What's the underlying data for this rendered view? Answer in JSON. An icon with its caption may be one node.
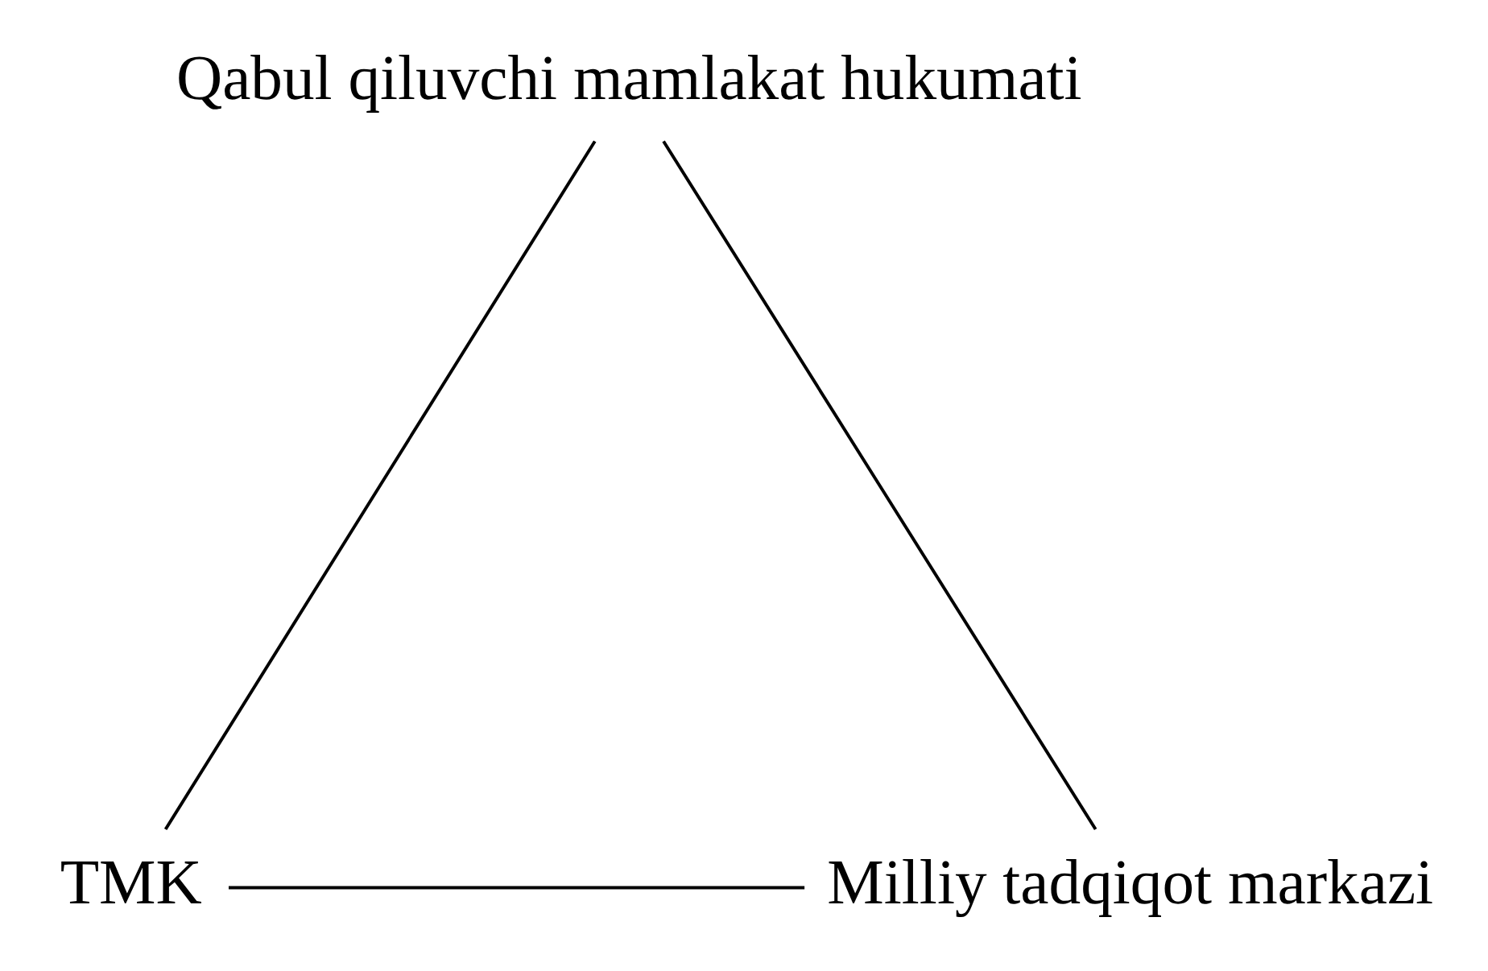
{
  "diagram": {
    "nodes": [
      {
        "text": [
          "Qabul qiluvchi mamlakat hukumati"
        ]
      },
      {
        "text": [
          "TMK"
        ]
      },
      {
        "text": [
          "Milliy tadqiqot markazi"
        ]
      }
    ],
    "edges": [
      {
        "from": 0,
        "to": 1,
        "arrow": "none"
      },
      {
        "from": 1,
        "to": 2,
        "arrow": "none"
      },
      {
        "from": 2,
        "to": 0,
        "arrow": "none"
      }
    ]
  }
}
